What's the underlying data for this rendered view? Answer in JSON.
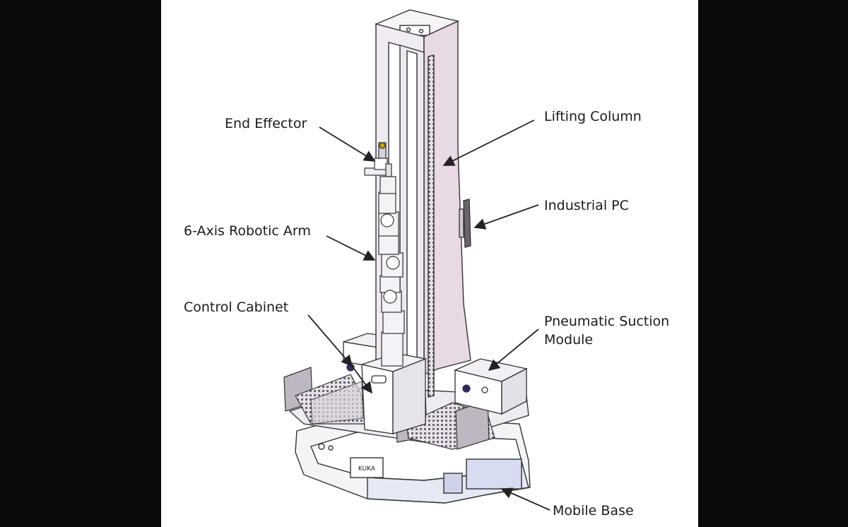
{
  "labels": {
    "end_effector": "End Effector",
    "lifting_column": "Lifting Column",
    "industrial_pc": "Industrial PC",
    "robotic_arm": "6-Axis Robotic Arm",
    "control_cabinet": "Control Cabinet",
    "pneumatic_suction_line1": "Pneumatic Suction",
    "pneumatic_suction_line2": "Module",
    "mobile_base": "Mobile Base"
  },
  "base_logo_text": "KUKA"
}
